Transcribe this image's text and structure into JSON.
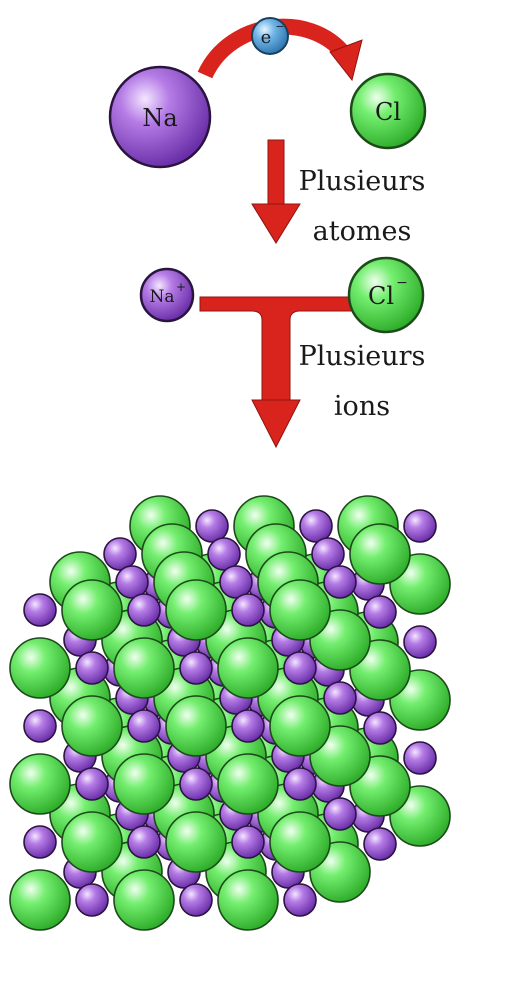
{
  "atoms": {
    "sodium": {
      "symbol": "Na",
      "color": "#9b59d6"
    },
    "chlorine": {
      "symbol": "Cl",
      "color": "#52e04e"
    },
    "electron": {
      "symbol": "e",
      "charge": "−",
      "color": "#4f9fd8"
    }
  },
  "ions": {
    "sodium": {
      "symbol": "Na",
      "charge": "+"
    },
    "chlorine": {
      "symbol": "Cl",
      "charge": "−"
    }
  },
  "steps": {
    "atoms_line1": "Plusieurs",
    "atoms_line2": "atomes",
    "ions_line1": "Plusieurs",
    "ions_line2": "ions"
  },
  "colors": {
    "arrow": "#d9231d",
    "arrow_dark": "#8e1410",
    "green": "#52e04e",
    "purple": "#9b59d6"
  },
  "lattice": {
    "across": 6,
    "deep": 4,
    "high": 6
  }
}
